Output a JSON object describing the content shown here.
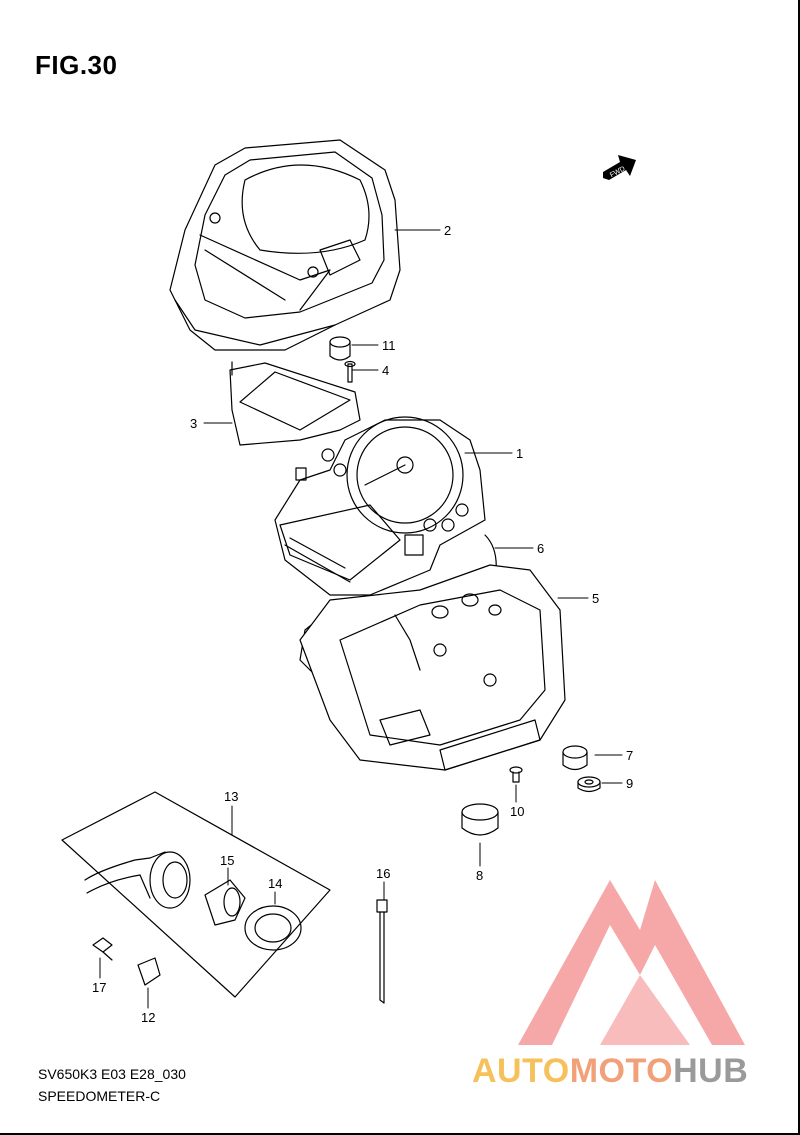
{
  "figure": {
    "title": "FIG.30",
    "fwd_label": "FWD",
    "code": "SV650K3 E03 E28_030",
    "section": "SPEEDOMETER-C"
  },
  "callouts": [
    {
      "id": "c1",
      "label": "1"
    },
    {
      "id": "c2",
      "label": "2"
    },
    {
      "id": "c3",
      "label": "3"
    },
    {
      "id": "c4",
      "label": "4"
    },
    {
      "id": "c5",
      "label": "5"
    },
    {
      "id": "c6",
      "label": "6"
    },
    {
      "id": "c7",
      "label": "7"
    },
    {
      "id": "c8",
      "label": "8"
    },
    {
      "id": "c9",
      "label": "9"
    },
    {
      "id": "c10",
      "label": "10"
    },
    {
      "id": "c11",
      "label": "11"
    },
    {
      "id": "c12",
      "label": "12"
    },
    {
      "id": "c13",
      "label": "13"
    },
    {
      "id": "c14",
      "label": "14"
    },
    {
      "id": "c15",
      "label": "15"
    },
    {
      "id": "c16",
      "label": "16"
    },
    {
      "id": "c17",
      "label": "17"
    }
  ],
  "watermark": {
    "part1": "AUTO",
    "part2": "MOTO",
    "part3": "HUB",
    "color_part1": "#f6c15a",
    "color_part2": "#f2a079",
    "color_part3": "#9a9a9a",
    "triangle_color": "#f59a9a"
  }
}
